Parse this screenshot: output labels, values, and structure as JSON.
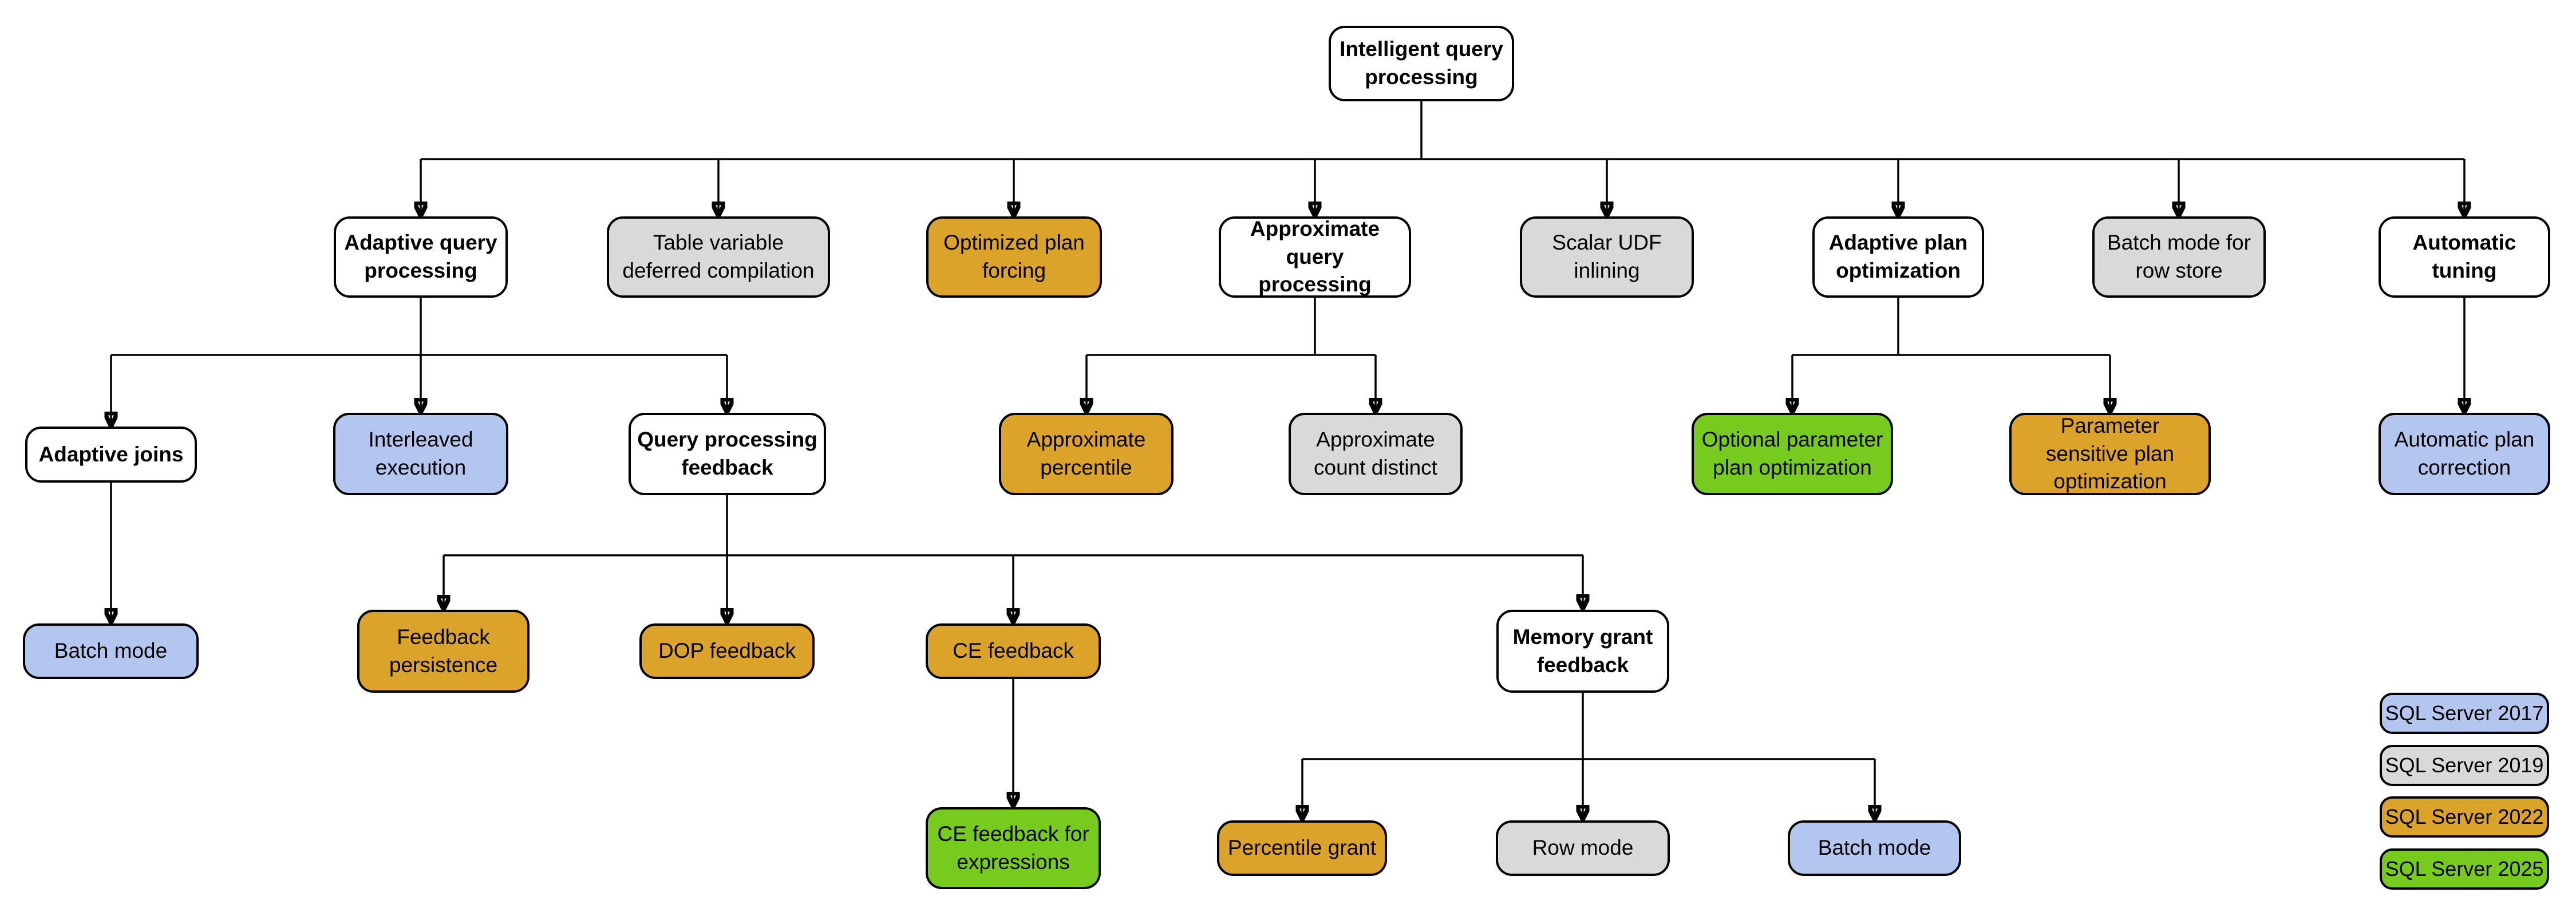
{
  "nodes": {
    "root": {
      "label": "Intelligent query processing",
      "type": "category"
    },
    "adaptive_query_processing": {
      "label": "Adaptive query processing",
      "type": "category"
    },
    "table_variable_deferred_compilation": {
      "label": "Table variable deferred compilation",
      "version": "SQL Server 2019"
    },
    "optimized_plan_forcing": {
      "label": "Optimized plan forcing",
      "version": "SQL Server 2022"
    },
    "approximate_query_processing": {
      "label": "Approximate query processing",
      "type": "category"
    },
    "scalar_udf_inlining": {
      "label": "Scalar UDF inlining",
      "version": "SQL Server 2019"
    },
    "adaptive_plan_optimization": {
      "label": "Adaptive plan optimization",
      "type": "category"
    },
    "batch_mode_for_row_store": {
      "label": "Batch mode for row store",
      "version": "SQL Server 2019"
    },
    "automatic_tuning": {
      "label": "Automatic tuning",
      "type": "category"
    },
    "adaptive_joins": {
      "label": "Adaptive joins",
      "type": "category"
    },
    "interleaved_execution": {
      "label": "Interleaved execution",
      "version": "SQL Server 2017"
    },
    "query_processing_feedback": {
      "label": "Query processing feedback",
      "type": "category"
    },
    "approximate_percentile": {
      "label": "Approximate percentile",
      "version": "SQL Server 2022"
    },
    "approximate_count_distinct": {
      "label": "Approximate count distinct",
      "version": "SQL Server 2019"
    },
    "optional_parameter_plan_optimization": {
      "label": "Optional parameter plan optimization",
      "version": "SQL Server 2025"
    },
    "parameter_sensitive_plan_optimization": {
      "label": "Parameter sensitive plan optimization",
      "version": "SQL Server 2022"
    },
    "automatic_plan_correction": {
      "label": "Automatic plan correction",
      "version": "SQL Server 2017"
    },
    "batch_mode_adaptive_joins": {
      "label": "Batch mode",
      "version": "SQL Server 2017"
    },
    "feedback_persistence": {
      "label": "Feedback persistence",
      "version": "SQL Server 2022"
    },
    "dop_feedback": {
      "label": "DOP feedback",
      "version": "SQL Server 2022"
    },
    "ce_feedback": {
      "label": "CE feedback",
      "version": "SQL Server 2022"
    },
    "memory_grant_feedback": {
      "label": "Memory grant feedback",
      "type": "category"
    },
    "ce_feedback_for_expressions": {
      "label": "CE feedback for expressions",
      "version": "SQL Server 2025"
    },
    "percentile_grant": {
      "label": "Percentile grant",
      "version": "SQL Server 2022"
    },
    "row_mode": {
      "label": "Row mode",
      "version": "SQL Server 2019"
    },
    "batch_mode_memory_grant": {
      "label": "Batch mode",
      "version": "SQL Server 2017"
    }
  },
  "edges": [
    [
      "root",
      "adaptive_query_processing"
    ],
    [
      "root",
      "table_variable_deferred_compilation"
    ],
    [
      "root",
      "optimized_plan_forcing"
    ],
    [
      "root",
      "approximate_query_processing"
    ],
    [
      "root",
      "scalar_udf_inlining"
    ],
    [
      "root",
      "adaptive_plan_optimization"
    ],
    [
      "root",
      "batch_mode_for_row_store"
    ],
    [
      "root",
      "automatic_tuning"
    ],
    [
      "adaptive_query_processing",
      "adaptive_joins"
    ],
    [
      "adaptive_query_processing",
      "interleaved_execution"
    ],
    [
      "adaptive_query_processing",
      "query_processing_feedback"
    ],
    [
      "approximate_query_processing",
      "approximate_percentile"
    ],
    [
      "approximate_query_processing",
      "approximate_count_distinct"
    ],
    [
      "adaptive_plan_optimization",
      "optional_parameter_plan_optimization"
    ],
    [
      "adaptive_plan_optimization",
      "parameter_sensitive_plan_optimization"
    ],
    [
      "automatic_tuning",
      "automatic_plan_correction"
    ],
    [
      "adaptive_joins",
      "batch_mode_adaptive_joins"
    ],
    [
      "query_processing_feedback",
      "feedback_persistence"
    ],
    [
      "query_processing_feedback",
      "dop_feedback"
    ],
    [
      "query_processing_feedback",
      "ce_feedback"
    ],
    [
      "query_processing_feedback",
      "memory_grant_feedback"
    ],
    [
      "ce_feedback",
      "ce_feedback_for_expressions"
    ],
    [
      "memory_grant_feedback",
      "percentile_grant"
    ],
    [
      "memory_grant_feedback",
      "row_mode"
    ],
    [
      "memory_grant_feedback",
      "batch_mode_memory_grant"
    ]
  ],
  "legend": {
    "items": [
      {
        "label": "SQL Server 2017",
        "color_key": "sql2017"
      },
      {
        "label": "SQL Server 2019",
        "color_key": "sql2019"
      },
      {
        "label": "SQL Server 2022",
        "color_key": "sql2022"
      },
      {
        "label": "SQL Server 2025",
        "color_key": "sql2025"
      }
    ]
  },
  "colors": {
    "sql2017": "#b3c6f0",
    "sql2019": "#d9d9d9",
    "sql2022": "#dba32a",
    "sql2025": "#77cb1f",
    "category": "#ffffff",
    "line": "#000000"
  }
}
